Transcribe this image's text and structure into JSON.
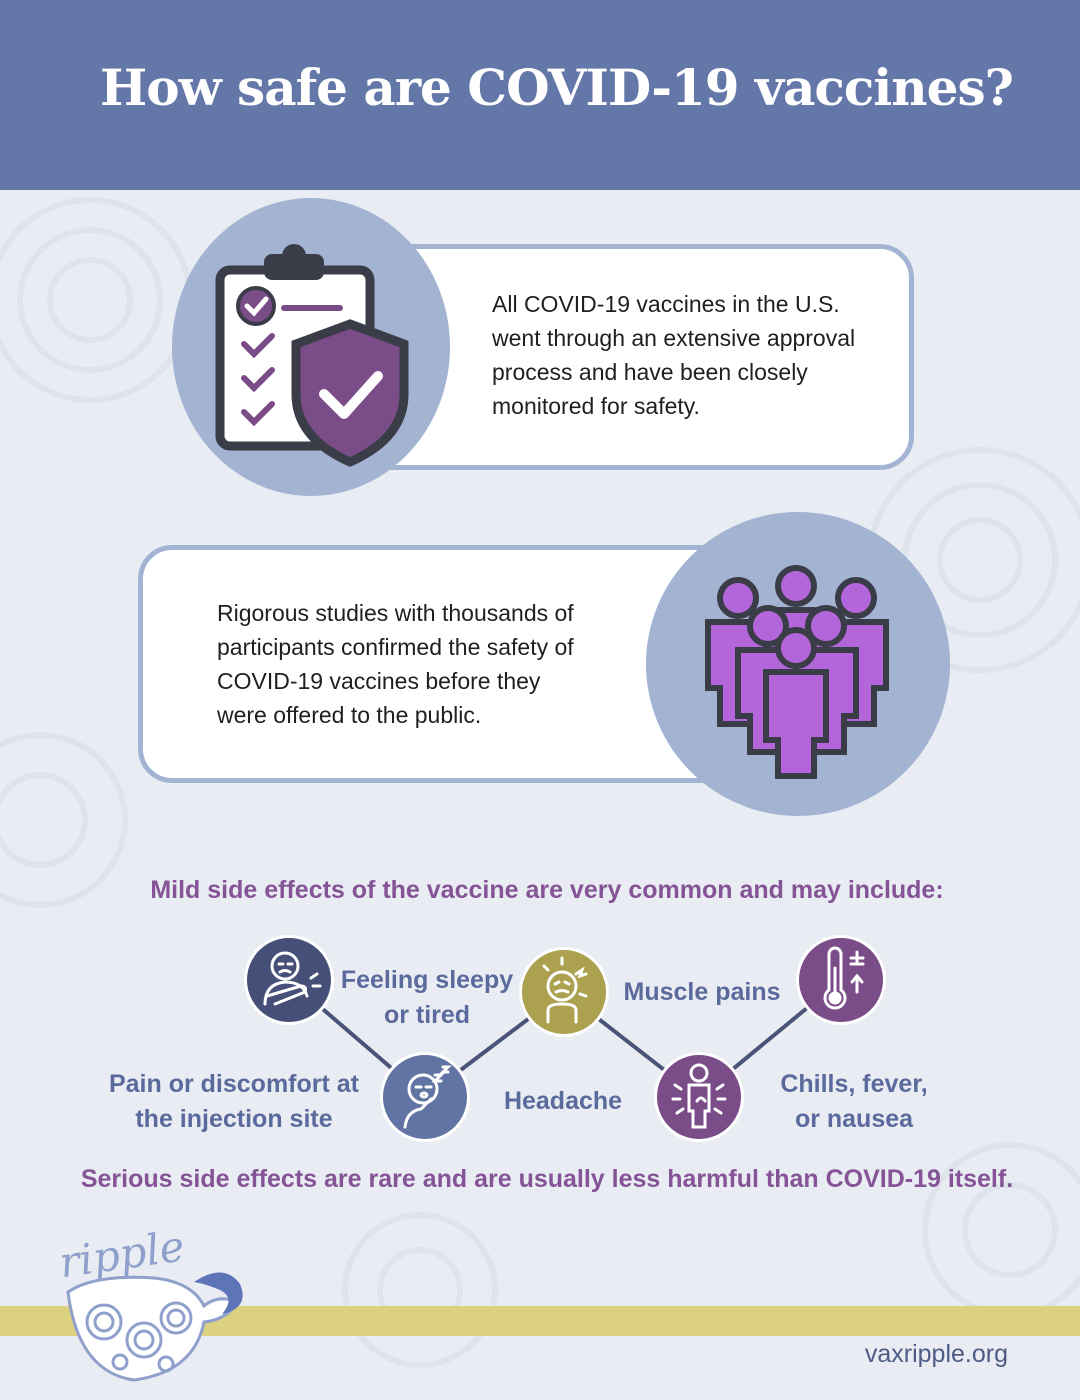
{
  "header": {
    "title": "How safe are COVID-19 vaccines?"
  },
  "cards": [
    {
      "text": "All COVID-19 vaccines in the U.S. went through an extensive approval process and have been closely monitored for safety.",
      "icon": "clipboard-shield-check-icon"
    },
    {
      "text": "Rigorous studies with thousands of participants confirmed the safety of COVID-19 vaccines before they were offered to the public.",
      "icon": "people-group-icon"
    }
  ],
  "side_effects": {
    "heading": "Mild side effects of the vaccine are very common and may include:",
    "items": [
      {
        "label": "Pain or discomfort at the injection site",
        "icon": "arm-pain-icon",
        "color": "#454f77"
      },
      {
        "label": "Feeling sleepy or tired",
        "icon": "yawning-person-icon",
        "color": "#6174a3"
      },
      {
        "label": "Headache",
        "icon": "headache-icon",
        "color": "#aba14f"
      },
      {
        "label": "Muscle pains",
        "icon": "body-aches-icon",
        "color": "#7a4c88"
      },
      {
        "label": "Chills, fever, or nausea",
        "icon": "thermometer-icon",
        "color": "#7a4c88"
      }
    ],
    "footnote": "Serious side effects are rare and are usually less harmful than COVID-19 itself."
  },
  "footer": {
    "logo_text": "ripple",
    "url": "vaxripple.org"
  },
  "colors": {
    "header_bg": "#6377a8",
    "accent_purple": "#855496",
    "circle_blue": "#a3b3d2",
    "label_blue": "#5b6a9c",
    "band_yellow": "#dcd181"
  }
}
